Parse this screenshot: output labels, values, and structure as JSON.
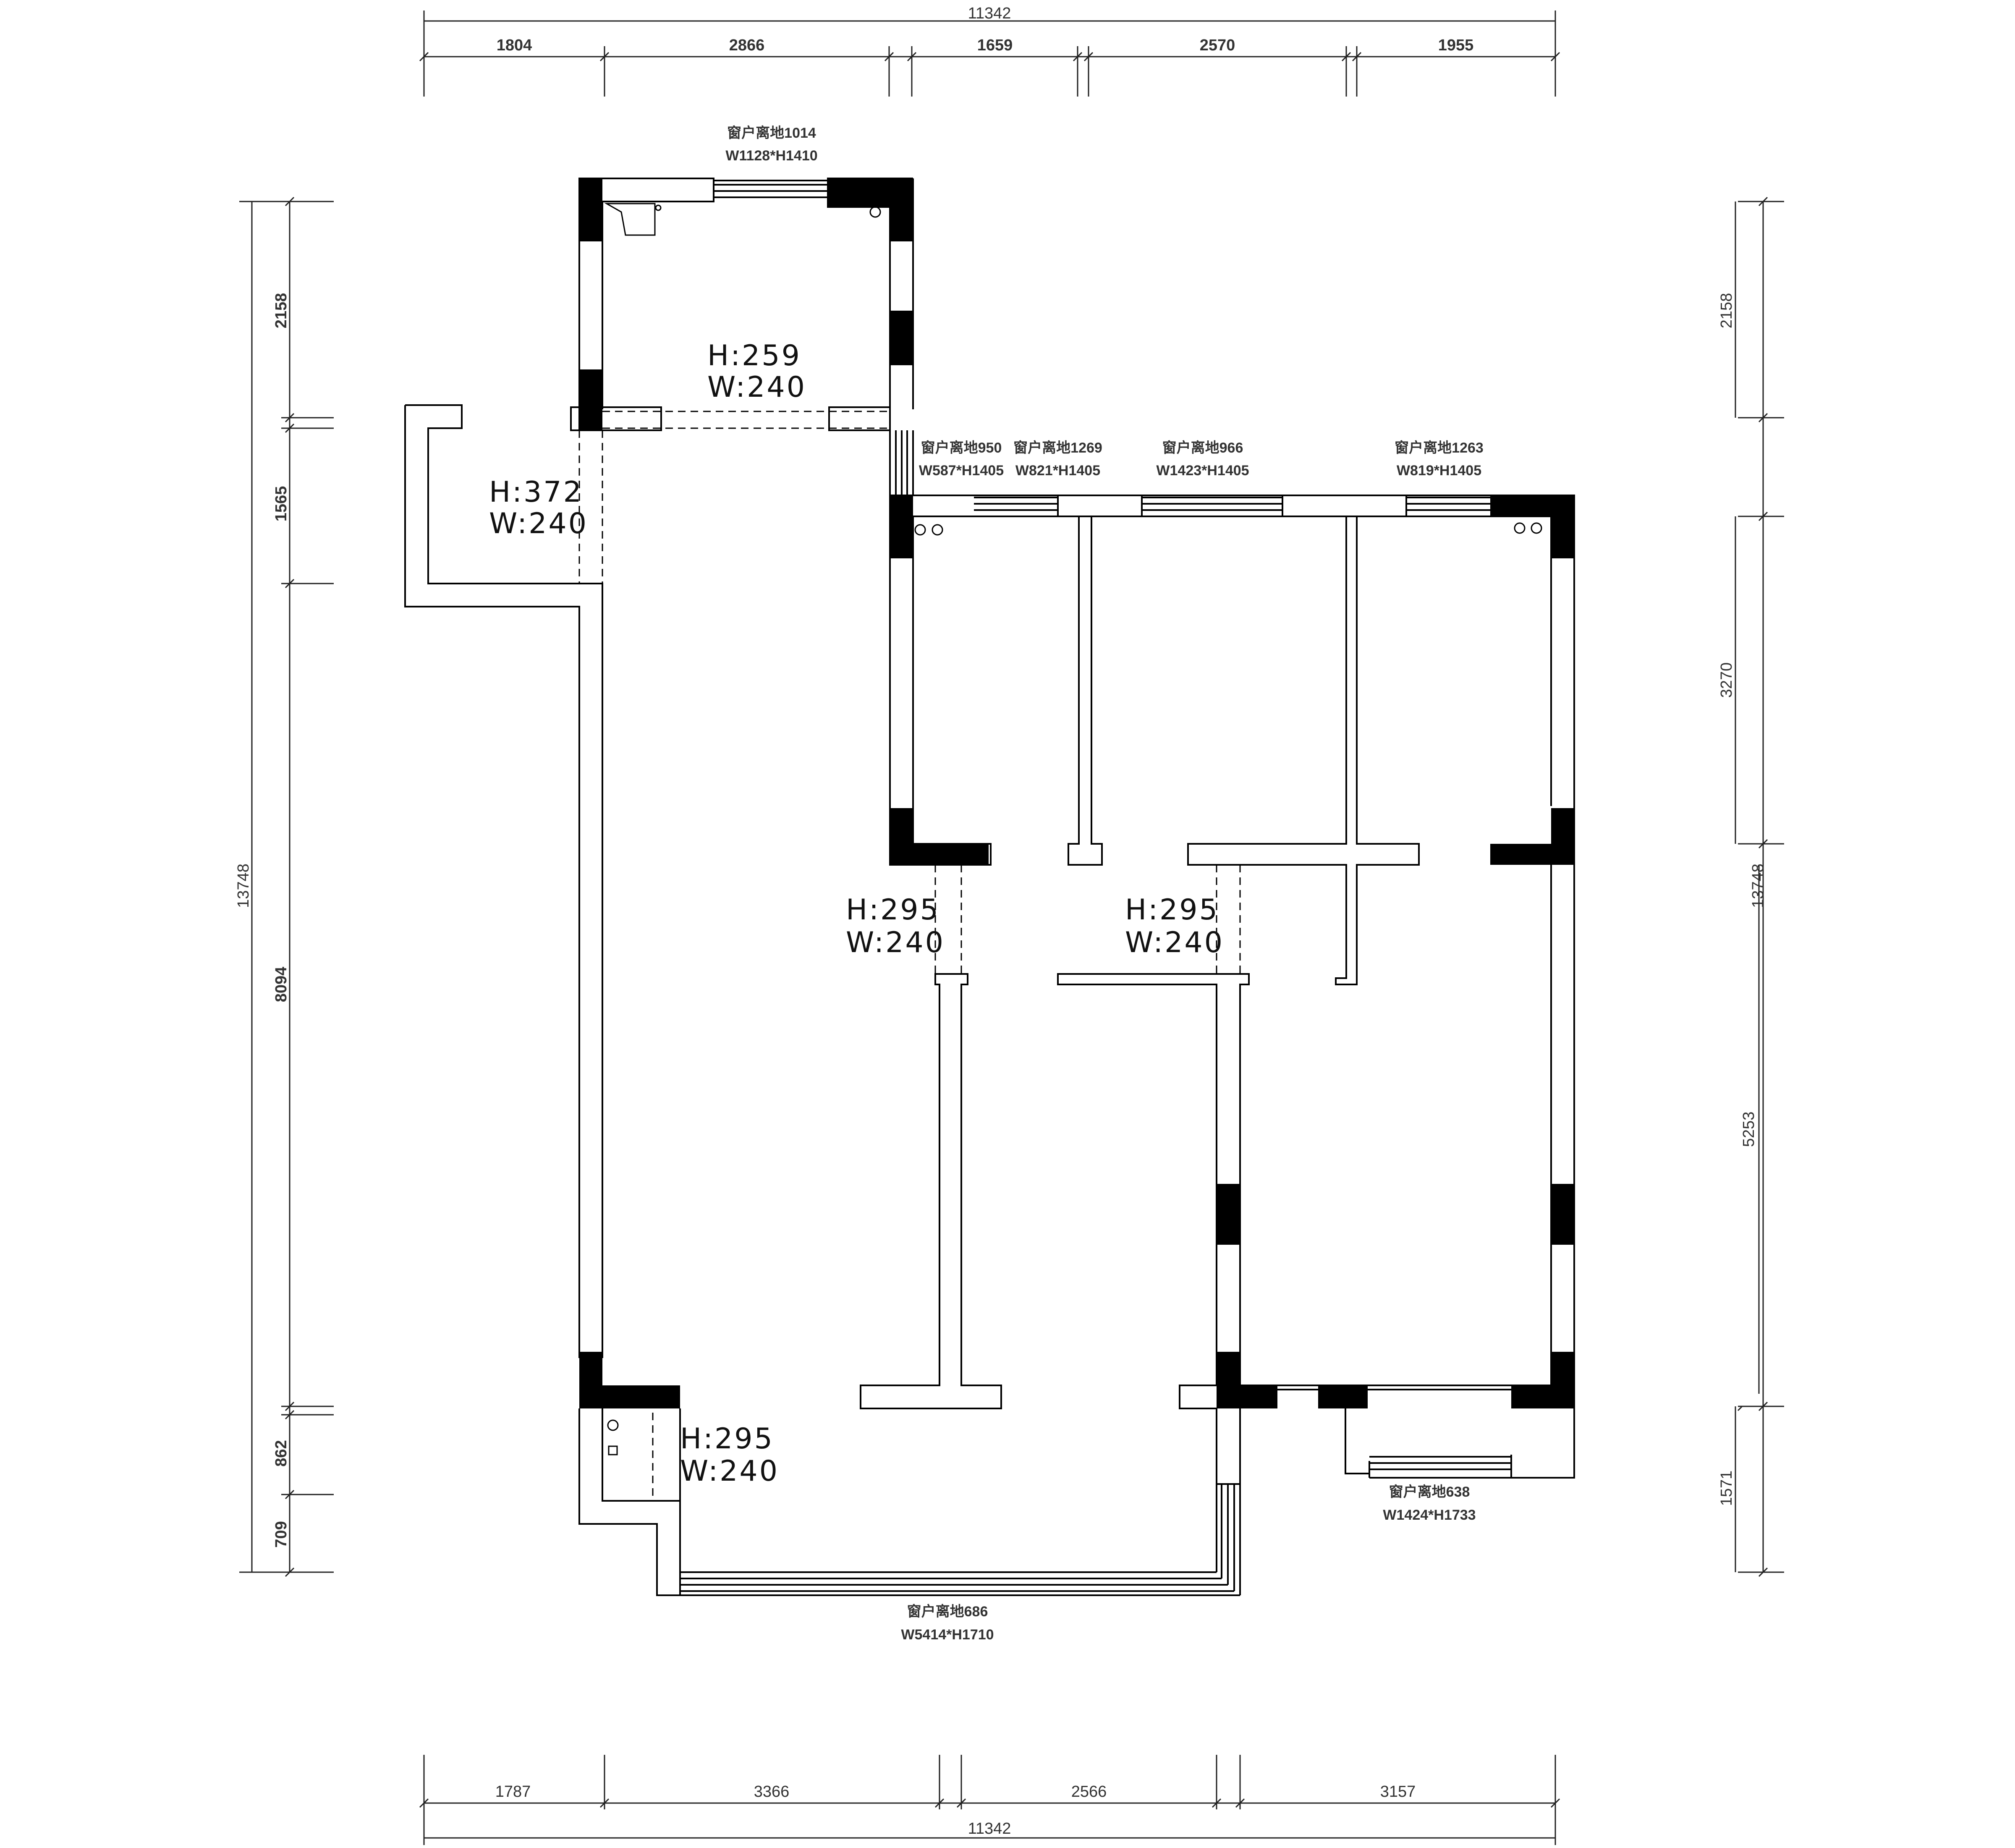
{
  "dimensions": {
    "top": {
      "total": "11342",
      "segments": [
        "1804",
        "2866",
        "1659",
        "2570",
        "1955"
      ]
    },
    "bottom": {
      "total": "11342",
      "segments": [
        "1787",
        "3366",
        "2566",
        "3157"
      ]
    },
    "left": {
      "total": "13748",
      "segments": [
        "2158",
        "1565",
        "8094",
        "862",
        "709"
      ]
    },
    "right": {
      "total": "13748",
      "segments": [
        "2158",
        "3270",
        "5253",
        "1571"
      ]
    }
  },
  "opening_labels": [
    {
      "h": "H:259",
      "w": "W:240"
    },
    {
      "h": "H:372",
      "w": "W:240"
    },
    {
      "h": "H:295",
      "w": "W:240"
    },
    {
      "h": "H:295",
      "w": "W:240"
    },
    {
      "h": "H:295",
      "w": "W:240"
    }
  ],
  "window_labels": [
    {
      "sill": "窗户离地1014",
      "size": "W1128*H1410"
    },
    {
      "sill": "窗户离地950",
      "size": "W587*H1405"
    },
    {
      "sill": "窗户离地1269",
      "size": "W821*H1405"
    },
    {
      "sill": "窗户离地966",
      "size": "W1423*H1405"
    },
    {
      "sill": "窗户离地1263",
      "size": "W819*H1405"
    },
    {
      "sill": "窗户离地638",
      "size": "W1424*H1733"
    },
    {
      "sill": "窗户离地686",
      "size": "W5414*H1710"
    }
  ]
}
